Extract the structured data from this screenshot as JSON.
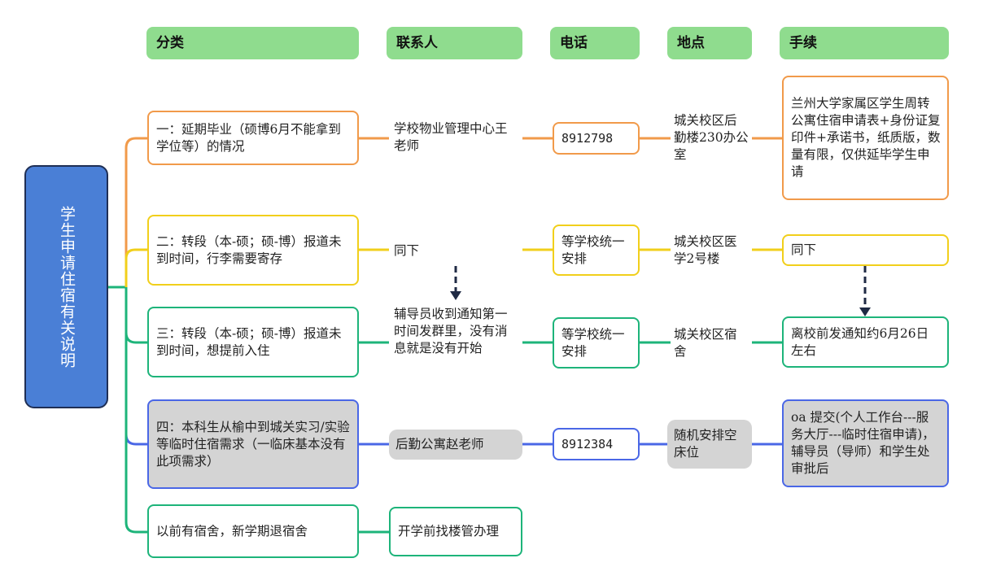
{
  "headers": [
    "分类",
    "联系人",
    "电话",
    "地点",
    "手续"
  ],
  "root": "学生申请住宿有关说明",
  "rows": [
    {
      "category": "一：延期毕业（硕博6月不能拿到学位等）的情况",
      "contact": "学校物业管理中心王老师",
      "phone": "8912798",
      "location": "城关校区后勤楼230办公室",
      "procedure": "兰州大学家属区学生周转公寓住宿申请表+身份证复印件+承诺书，纸质版，数量有限，仅供延毕学生申请",
      "color": "#f19a4a"
    },
    {
      "category": "二：转段（本-硕；硕-博）报道未到时间，行李需要寄存",
      "contact": "同下",
      "phone": "等学校统一安排",
      "location": "城关校区医学2号楼",
      "procedure": "同下",
      "color": "#f1cf1b"
    },
    {
      "category": "三：转段（本-硕；硕-博）报道未到时间，想提前入住",
      "contact": "辅导员收到通知第一时间发群里，没有消息就是没有开始",
      "phone": "等学校统一安排",
      "location": "城关校区宿舍",
      "procedure": "离校前发通知约6月26日左右",
      "color": "#1db47a"
    },
    {
      "category": "四：本科生从榆中到城关实习/实验等临时住宿需求（一临床基本没有此项需求）",
      "contact": "后勤公寓赵老师",
      "phone": "8912384",
      "location": "随机安排空床位",
      "procedure": "oa 提交(个人工作台---服务大厅---临时住宿申请)，辅导员（导师）和学生处审批后",
      "color": "#4a67e6"
    },
    {
      "category": "以前有宿舍，新学期退宿舍",
      "contact": "开学前找楼管办理",
      "color": "#1db47a"
    }
  ],
  "colors": {
    "header": "#8fdc8e",
    "root": "#4a7fd6",
    "grey_fill": "#d4d4d4",
    "arrow": "#1f2a44"
  }
}
